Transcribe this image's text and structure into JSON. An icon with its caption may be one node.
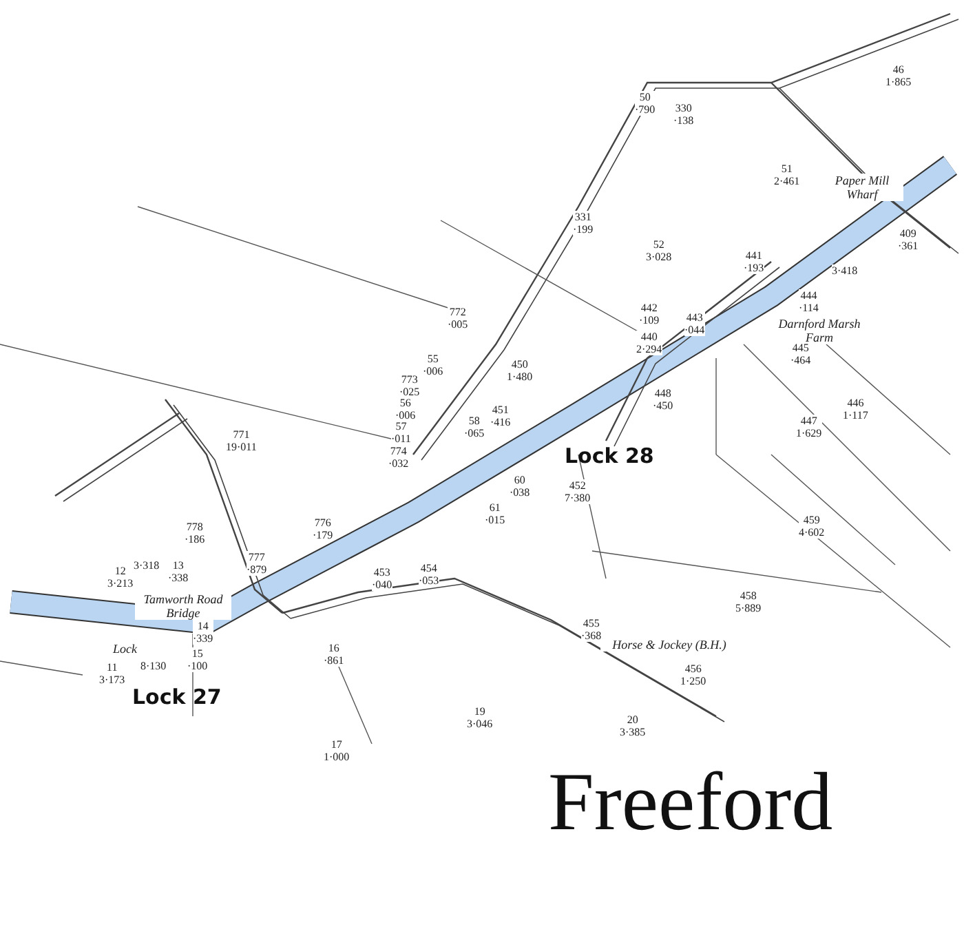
{
  "diagram": {
    "title": "Freeford",
    "labels": [
      "46 1·865",
      "330 ·138",
      "50 ·790",
      "51 2·461",
      "Paper Mill Wharf",
      "331 ·199",
      "409 ·361",
      "52 3·028",
      "441 ·193",
      "3·418",
      "442 ·109",
      "443 ·044",
      "440 2·294",
      "444 ·114",
      "Darnford Marsh Farm",
      "445 ·464",
      "772 ·005",
      "450 1·480",
      "55 ·006",
      "773 ·025",
      "448 ·450",
      "56 ·006",
      "451 ·416",
      "58 ·065",
      "57 ·011",
      "774 ·032",
      "446 1·117",
      "447 1·629",
      "Lock 28",
      "60 ·038",
      "452 7·380",
      "61 ·015",
      "771 19·011",
      "776 ·179",
      "778 ·186",
      "777 ·879",
      "459 4·602",
      "12 3·213",
      "3·318",
      "13 ·338",
      "453 ·040",
      "454 ·053",
      "Tamworth Road Bridge",
      "458 5·889",
      "14 ·339",
      "455 ·368",
      "16 ·861",
      "Horse & Jockey (B.H.)",
      "456 1·250",
      "Lock",
      "15 ·100",
      "11 3·173",
      "8·130",
      "Lock 27",
      "19 3·046",
      "17 1·000",
      "20 3·385"
    ]
  }
}
